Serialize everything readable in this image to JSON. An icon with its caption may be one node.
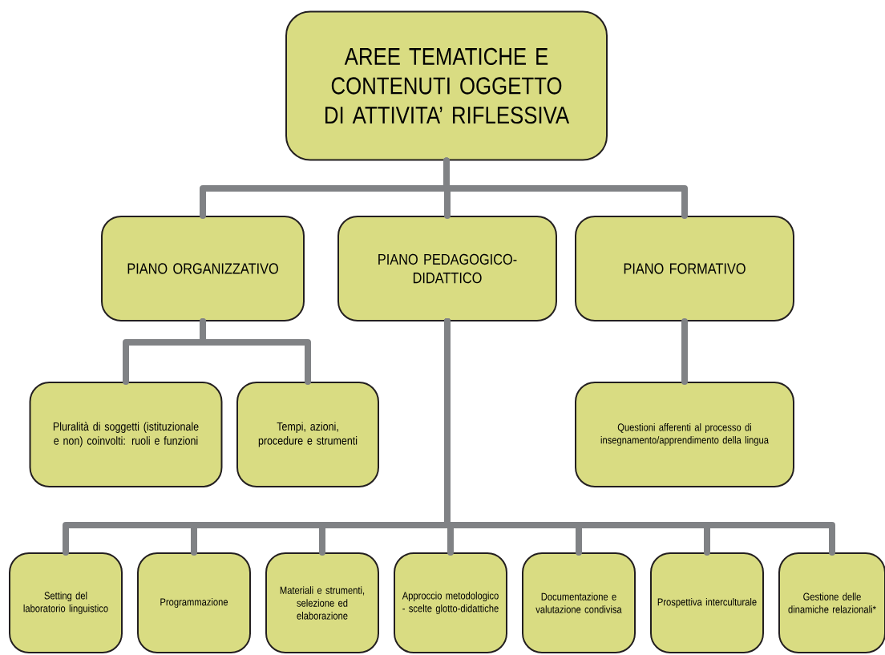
{
  "diagram": {
    "nodes": [
      {
        "text": [
          "AREE TEMATICHE E CONTENUTI OGGETTO DI ATTIVITA’ RIFLESSIVA"
        ]
      },
      {
        "text": [
          "PIANO ORGANIZZATIVO"
        ]
      },
      {
        "text": [
          "PIANO PEDAGOGICO-DIDATTICO"
        ]
      },
      {
        "text": [
          "PIANO FORMATIVO"
        ]
      },
      {
        "text": [
          "Pluralità di soggetti (istituzionale e non) coinvolti:  ruoli e funzioni"
        ]
      },
      {
        "text": [
          "Tempi, azioni, procedure e strumenti"
        ]
      },
      {
        "text": [
          "Questioni afferenti al processo di insegnamento/apprendimento della lingua"
        ]
      },
      {
        "text": [
          "Setting del laboratorio linguistico"
        ]
      },
      {
        "text": [
          "Programmazione"
        ]
      },
      {
        "text": [
          "Materiali e strumenti, selezione ed elaborazione"
        ]
      },
      {
        "text": [
          "Approccio metodologico - scelte glotto-didattiche"
        ]
      },
      {
        "text": [
          "Documentazione e valutazione condivisa"
        ]
      },
      {
        "text": [
          "Prospettiva interculturale"
        ]
      },
      {
        "text": [
          "Gestione delle dinamiche relazionali*"
        ]
      }
    ],
    "edges": [
      {
        "from": 0,
        "to": 1,
        "arrow": "none"
      },
      {
        "from": 0,
        "to": 2,
        "arrow": "none"
      },
      {
        "from": 0,
        "to": 3,
        "arrow": "none"
      },
      {
        "from": 1,
        "to": 4,
        "arrow": "none"
      },
      {
        "from": 1,
        "to": 5,
        "arrow": "none"
      },
      {
        "from": 3,
        "to": 6,
        "arrow": "none"
      },
      {
        "from": 2,
        "to": 7,
        "arrow": "none"
      },
      {
        "from": 2,
        "to": 8,
        "arrow": "none"
      },
      {
        "from": 2,
        "to": 9,
        "arrow": "none"
      },
      {
        "from": 2,
        "to": 10,
        "arrow": "none"
      },
      {
        "from": 2,
        "to": 11,
        "arrow": "none"
      },
      {
        "from": 2,
        "to": 12,
        "arrow": "none"
      },
      {
        "from": 2,
        "to": 13,
        "arrow": "none"
      }
    ]
  }
}
